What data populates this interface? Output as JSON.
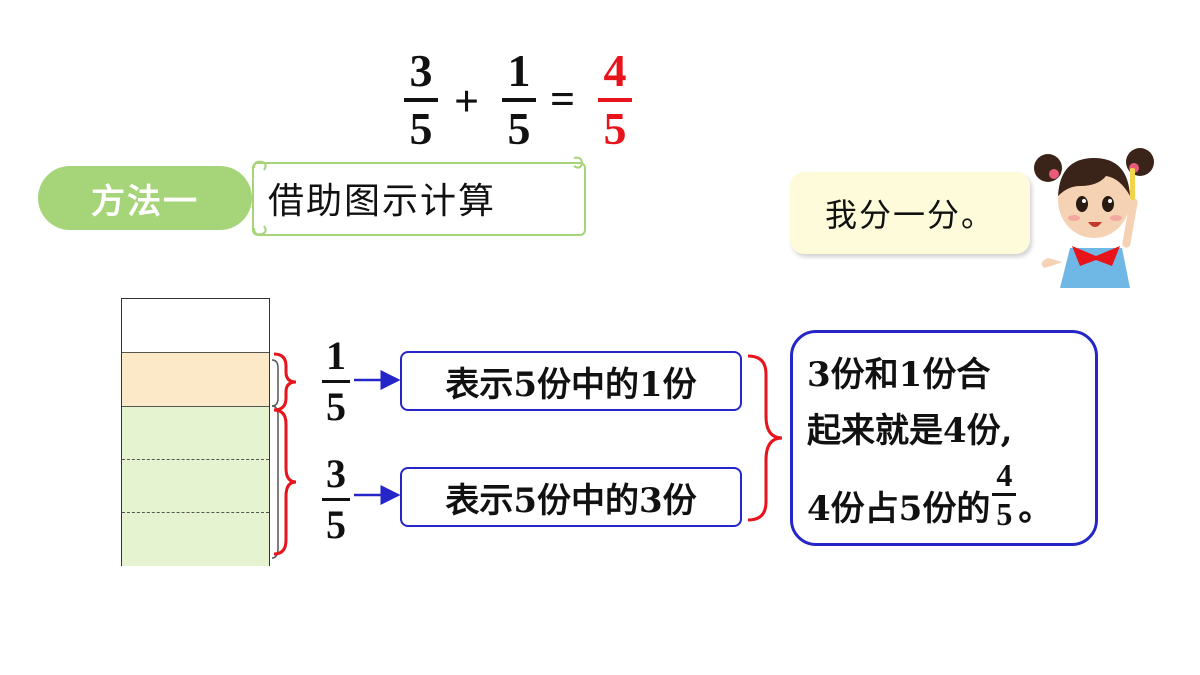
{
  "equation": {
    "a_num": "3",
    "a_den": "5",
    "plus": "+",
    "b_num": "1",
    "b_den": "5",
    "equals": "=",
    "r_num": "4",
    "r_den": "5"
  },
  "method": {
    "badge": "方法一",
    "title": "借助图示计算"
  },
  "speech": "我分一分。",
  "diagram": {
    "top_frac": {
      "num": "1",
      "den": "5",
      "label": "表示5份中的1份"
    },
    "bottom_frac": {
      "num": "3",
      "den": "5",
      "label": "表示5份中的3份"
    }
  },
  "result": {
    "line1": "3份和1份合",
    "line2": "起来就是4份,",
    "line3_prefix": "4份占5份的",
    "frac_num": "4",
    "frac_den": "5",
    "line3_suffix": "。"
  },
  "colors": {
    "accent_red": "#e8141c",
    "accent_blue": "#2626c8",
    "badge_green": "#a6d479",
    "cell_orange": "#fbe9c8",
    "cell_green": "#e6f3d0"
  }
}
